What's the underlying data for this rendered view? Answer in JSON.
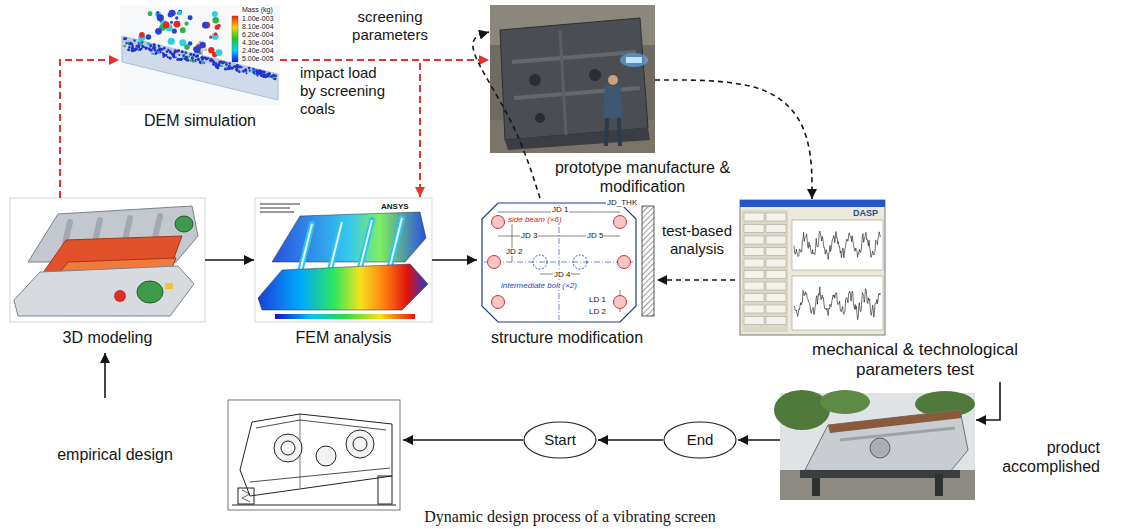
{
  "diagram": {
    "caption": "Dynamic design process of a vibrating screen",
    "nodes": [
      {
        "text": [
          "DEM simulation"
        ]
      },
      {
        "text": [
          "prototype manufacture & modification"
        ]
      },
      {
        "text": [
          "3D modeling"
        ]
      },
      {
        "text": [
          "FEM analysis"
        ]
      },
      {
        "text": [
          "structure modification"
        ]
      },
      {
        "text": [
          "mechanical & technological parameters test"
        ]
      },
      {
        "text": [
          "empirical design"
        ]
      },
      {
        "text": [
          "Start"
        ]
      },
      {
        "text": [
          "End"
        ]
      },
      {
        "text": [
          "product accomplished"
        ]
      }
    ],
    "edges": [
      {
        "from": 2,
        "to": 0,
        "arrow": "to"
      },
      {
        "from": 0,
        "to": 1,
        "label": "screening parameters",
        "arrow": "to"
      },
      {
        "from": 0,
        "to": 3,
        "label": "impact load by screening coals",
        "arrow": "to"
      },
      {
        "from": 2,
        "to": 3,
        "arrow": "to"
      },
      {
        "from": 3,
        "to": 4,
        "arrow": "to"
      },
      {
        "from": 4,
        "to": 1,
        "arrow": "to"
      },
      {
        "from": 1,
        "to": 5,
        "arrow": "to"
      },
      {
        "from": 5,
        "to": 4,
        "label": "test-based analysis",
        "arrow": "to"
      },
      {
        "from": 5,
        "to": 9,
        "arrow": "to"
      },
      {
        "from": 9,
        "to": 8,
        "arrow": "to"
      },
      {
        "from": 8,
        "to": 7,
        "arrow": "to"
      },
      {
        "from": 7,
        "to": 6,
        "arrow": "to"
      },
      {
        "from": 6,
        "to": 2,
        "arrow": "to"
      }
    ],
    "labels": [
      "Mass (kg)",
      "1.00e-003",
      "8.10e-004",
      "6.20e-004",
      "4.30e-004",
      "2.40e-004",
      "5.00e-005",
      "JD 1",
      "JD 2",
      "JD 3",
      "JD 4",
      "JD 5",
      "LD 1",
      "LD 2",
      "JD_THK",
      "side beam (×6)",
      "intermediate bolt (×2)",
      "ANSYS",
      "DASP"
    ]
  }
}
